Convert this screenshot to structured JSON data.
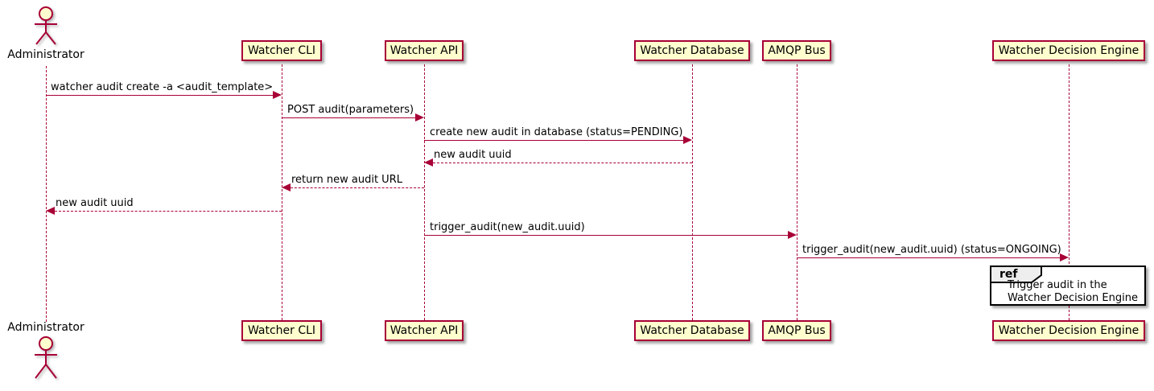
{
  "diagram_type": "sequence-diagram",
  "actor": {
    "name": "Administrator"
  },
  "participants": [
    "Watcher CLI",
    "Watcher API",
    "Watcher Database",
    "AMQP Bus",
    "Watcher Decision Engine"
  ],
  "messages": [
    {
      "label": "watcher audit create -a <audit_template>",
      "from": "Administrator",
      "to": "Watcher CLI",
      "line": "solid"
    },
    {
      "label": "POST audit(parameters)",
      "from": "Watcher CLI",
      "to": "Watcher API",
      "line": "solid"
    },
    {
      "label": "create new audit in database (status=PENDING)",
      "from": "Watcher API",
      "to": "Watcher Database",
      "line": "solid"
    },
    {
      "label": "new audit uuid",
      "from": "Watcher Database",
      "to": "Watcher API",
      "line": "dashed"
    },
    {
      "label": "return new audit URL",
      "from": "Watcher API",
      "to": "Watcher CLI",
      "line": "dashed"
    },
    {
      "label": "new audit uuid",
      "from": "Watcher CLI",
      "to": "Administrator",
      "line": "dashed"
    },
    {
      "label": "trigger_audit(new_audit.uuid)",
      "from": "Watcher API",
      "to": "AMQP Bus",
      "line": "solid"
    },
    {
      "label": "trigger_audit(new_audit.uuid) (status=ONGOING)",
      "from": "AMQP Bus",
      "to": "Watcher Decision Engine",
      "line": "solid"
    }
  ],
  "ref": {
    "keyword": "ref",
    "line1": "Trigger audit in the",
    "line2": "Watcher Decision Engine"
  },
  "colors": {
    "participant_fill": "#FEFECE",
    "accent": "#A80036",
    "text": "#000000",
    "ref_header_fill": "#EEEEEE",
    "ref_border": "#000000"
  }
}
